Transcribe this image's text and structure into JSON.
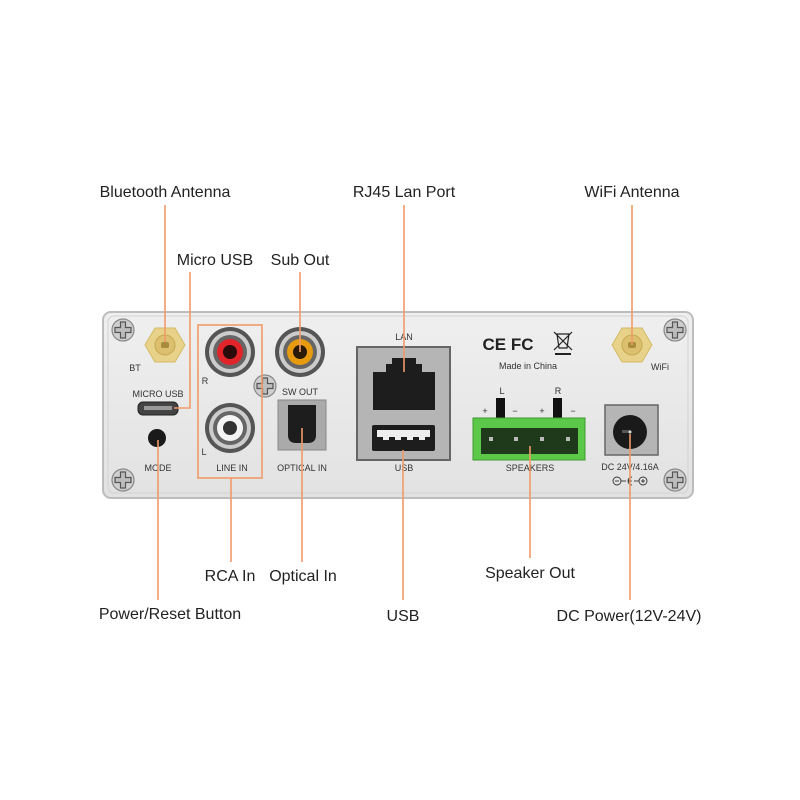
{
  "callouts": {
    "bluetooth_antenna": "Bluetooth Antenna",
    "micro_usb": "Micro USB",
    "sub_out": "Sub Out",
    "rj45": "RJ45 Lan Port",
    "wifi_antenna": "WiFi Antenna",
    "power_reset": "Power/Reset Button",
    "rca_in": "RCA In",
    "optical_in": "Optical In",
    "usb": "USB",
    "speaker_out": "Speaker Out",
    "dc_power": "DC Power(12V-24V)"
  },
  "panel": {
    "bt": "BT",
    "micro_usb": "MICRO USB",
    "mode": "MODE",
    "r": "R",
    "l": "L",
    "line_in": "LINE IN",
    "sw_out": "SW OUT",
    "optical_in": "OPTICAL IN",
    "lan": "LAN",
    "usb": "USB",
    "certs": "CE FC",
    "made_in": "Made in China",
    "spk_l": "L",
    "spk_r": "R",
    "plus": "+",
    "minus": "−",
    "speakers": "SPEAKERS",
    "dc": "DC 24V/4.16A",
    "wifi": "WiFi"
  },
  "colors": {
    "leader": "#f09a6a",
    "rca_r": "#e0242a",
    "sw": "#e89a10",
    "terminal": "#5cc84a",
    "antenna": "#e8d28a"
  }
}
